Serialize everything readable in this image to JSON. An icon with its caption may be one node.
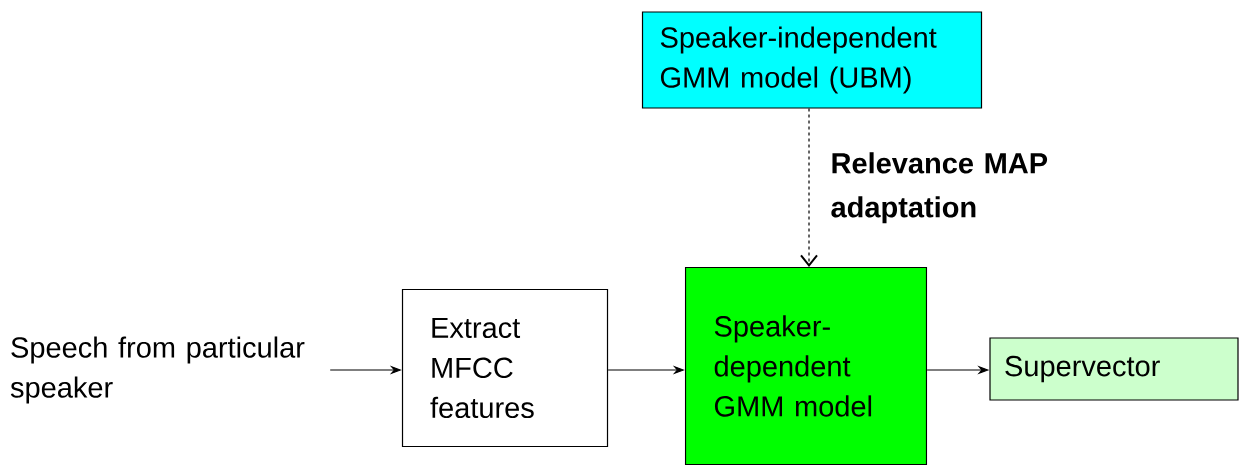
{
  "diagram": {
    "nodes": [
      {
        "text": [
          "Speaker-independent GMM model (UBM)"
        ]
      },
      {
        "text": [
          "Speech from particular speaker"
        ]
      },
      {
        "text": [
          "Extract MFCC features"
        ]
      },
      {
        "text": [
          "Speaker-dependent GMM model"
        ]
      },
      {
        "text": [
          "Supervector"
        ]
      }
    ],
    "edges": [
      {
        "from": 0,
        "to": 3,
        "arrow": "to",
        "style": "dashed",
        "label": "Relevance MAP adaptation"
      },
      {
        "from": 1,
        "to": 2,
        "arrow": "to"
      },
      {
        "from": 2,
        "to": 3,
        "arrow": "to"
      },
      {
        "from": 3,
        "to": 4,
        "arrow": "to"
      }
    ]
  }
}
